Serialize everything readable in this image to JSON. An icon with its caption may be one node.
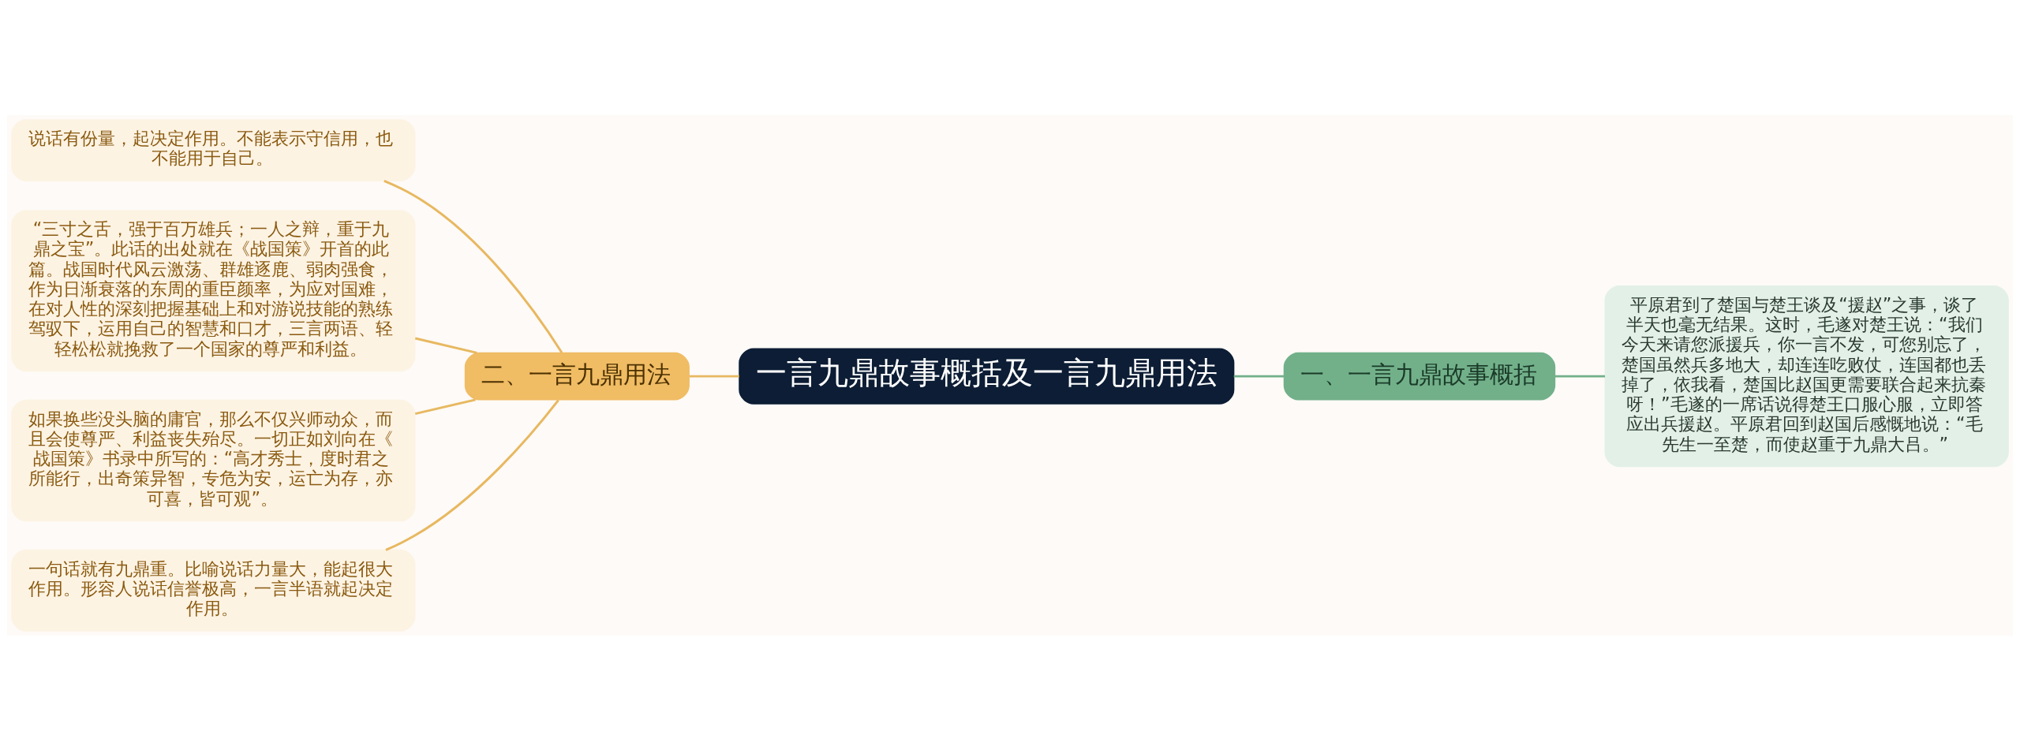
{
  "diagram": {
    "nodes": [
      {
        "text": [
          "一言九鼎故事概括及一言九鼎用法"
        ]
      },
      {
        "text": [
          "一、一言九鼎故事概括"
        ]
      },
      {
        "text": [
          "平原君到了楚国与楚王谈及“援赵”之事，谈了半天也毫无结果。这时，毛遂对楚王说：“我们今天来请您派援兵，你一言不发，可您别忘了，楚国虽然兵多地大，却连连吃败仗，连国都也丢掉了，依我看，楚国比赵国更需要联合起来抗秦呀！”毛遂的一席话说得楚王口服心服，立即答应出兵援赵。平原君回到赵国后感慨地说：“毛先生一至楚，而使赵重于九鼎大吕。”"
        ]
      },
      {
        "text": [
          "二、一言九鼎用法"
        ]
      },
      {
        "text": [
          "说话有份量，起决定作用。不能表示守信用，也不能用于自己。"
        ]
      },
      {
        "text": [
          "“三寸之舌，强于百万雄兵；一人之辩，重于九鼎之宝”。此话的出处就在《战国策》开首的此篇。战国时代风云激荡、群雄逐鹿、弱肉强食，作为日渐衰落的东周的重臣颜率，为应对国难，在对人性的深刻把握基础上和对游说技能的熟练驾驭下，运用自己的智慧和口才，三言两语、轻轻松松就挽救了一个国家的尊严和利益。"
        ]
      },
      {
        "text": [
          "如果换些没头脑的庸官，那么不仅兴师动众，而且会使尊严、利益丧失殆尽。一切正如刘向在《战国策》书录中所写的：“高才秀士，度时君之所能行，出奇策异智，专危为安，运亡为存，亦可喜，皆可观”。"
        ]
      },
      {
        "text": [
          "一句话就有九鼎重。比喻说话力量大，能起很大作用。形容人说话信誉极高，一言半语就起决定作用。"
        ]
      }
    ],
    "edges": [
      {
        "from": 0,
        "to": 1,
        "arrow": "none",
        "color": "#72b08a"
      },
      {
        "from": 1,
        "to": 2,
        "arrow": "none",
        "color": "#72b08a"
      },
      {
        "from": 0,
        "to": 3,
        "arrow": "none"
      },
      {
        "from": 3,
        "to": 4,
        "arrow": "none"
      },
      {
        "from": 3,
        "to": 5,
        "arrow": "none"
      },
      {
        "from": 3,
        "to": 6,
        "arrow": "none"
      },
      {
        "from": 3,
        "to": 7,
        "arrow": "none"
      }
    ]
  }
}
